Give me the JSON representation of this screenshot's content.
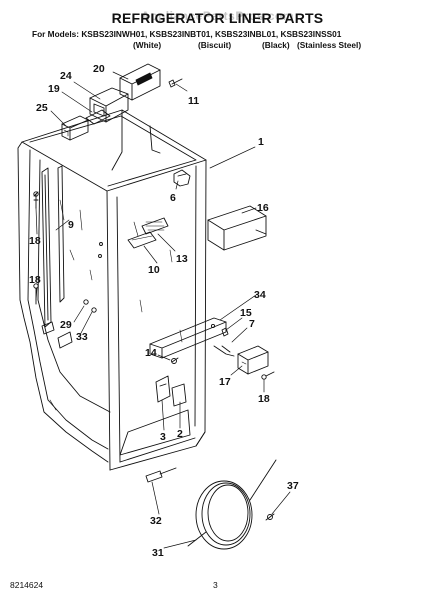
{
  "header": {
    "title": "REFRIGERATOR LINER PARTS",
    "watermark": "AppliancePartsPros.com",
    "models_line": "For Models: KSBS23INWH01, KSBS23INBT01, KSBS23INBL01, KSBS23INSS01",
    "variants": [
      "(White)",
      "(Biscuit)",
      "(Black)",
      "(Stainless Steel)"
    ]
  },
  "callouts": {
    "c1": "1",
    "c2": "2",
    "c3": "3",
    "c6": "6",
    "c7": "7",
    "c9": "9",
    "c10": "10",
    "c11": "11",
    "c13": "13",
    "c14": "14",
    "c15": "15",
    "c16": "16",
    "c17": "17",
    "c18a": "18",
    "c18b": "18",
    "c18c": "18",
    "c19": "19",
    "c20": "20",
    "c24": "24",
    "c25": "25",
    "c29": "29",
    "c31": "31",
    "c32": "32",
    "c33": "33",
    "c34": "34",
    "c37": "37"
  },
  "footer": {
    "doc_number": "8214624",
    "page_number": "3"
  }
}
